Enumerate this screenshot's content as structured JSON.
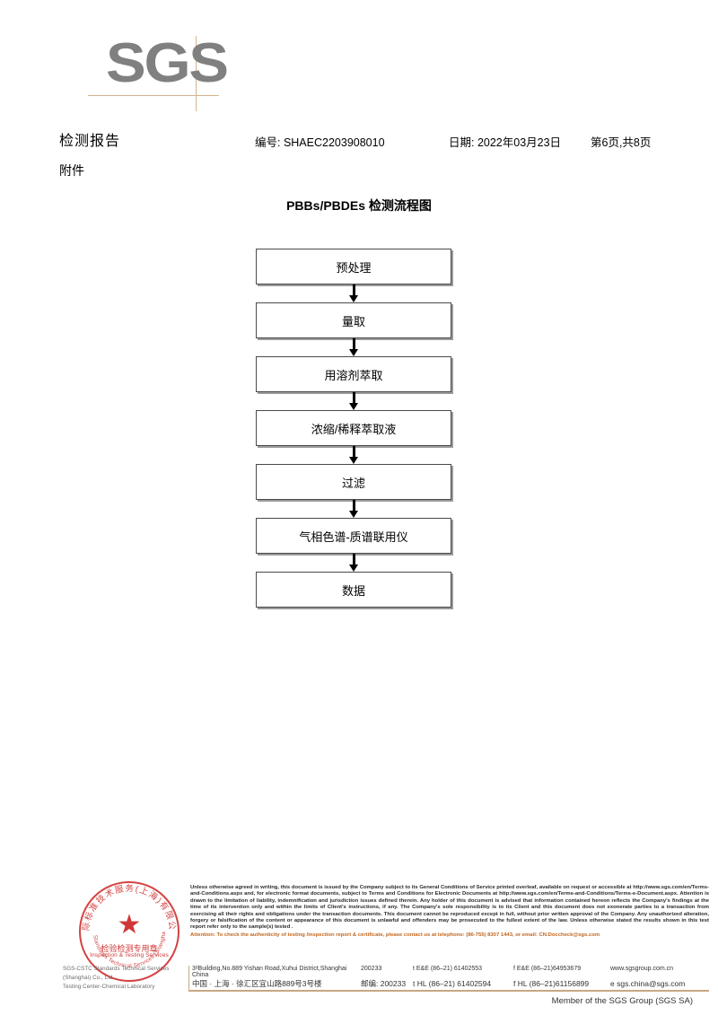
{
  "logo": {
    "text": "SGS"
  },
  "header": {
    "title": "检测报告",
    "subtitle": "附件",
    "report_no": "编号: SHAEC2203908010",
    "date": "日期: 2022年03月23日",
    "page": "第6页,共8页"
  },
  "flow": {
    "title": "PBBs/PBDEs 检测流程图",
    "nodes": [
      {
        "label": "预处理"
      },
      {
        "label": "量取"
      },
      {
        "label": "用溶剂萃取"
      },
      {
        "label": "浓缩/稀释萃取液"
      },
      {
        "label": "过滤"
      },
      {
        "label": "气相色谱-质谱联用仪"
      },
      {
        "label": "数据"
      }
    ]
  },
  "stamp": {
    "arc_cn": "国际标准技术服务(上海)有限公司",
    "arc_en": "SGS-CSTC Standards Technical Services (Shanghai) Co., Ltd.",
    "center_cn": "检验检测专用章",
    "center_en": "Inspection & Testing Services",
    "star": "★",
    "color": "#cc2222"
  },
  "footer": {
    "company_line1": "SGS-CSTC Standards Technical Services (Shanghai) Co., Ltd.",
    "company_line2": "Testing Center-Chemical Laboratory",
    "legal_paragraph": "Unless otherwise agreed in writing, this document is issued by the Company subject to its General Conditions of Service printed overleaf, available on request or accessible at http://www.sgs.com/en/Terms-and-Conditions.aspx and, for electronic format documents, subject to Terms and Conditions for Electronic Documents at http://www.sgs.com/en/Terms-and-Conditions/Terms-e-Document.aspx. Attention is drawn to the limitation of liability, indemnification and jurisdiction issues defined therein. Any holder of this document is advised that information contained hereon reflects the Company's findings at the time of its intervention only and within the limits of Client's instructions, if any. The Company's sole responsibility is to its Client and this document does not exonerate parties to a transaction from exercising all their rights and obligations under the transaction documents. This document cannot be reproduced except in full, without prior written approval of the Company. Any unauthorized alteration, forgery or falsification of the content or appearance of this document is unlawful and offenders may be prosecuted to the fullest extent of the law. Unless otherwise stated the results shown in this test report refer only to the sample(s) tested .",
    "attention_line": "Attention: To check the authenticity of testing /inspection report & certificate, please contact us at telephone: (86-755) 8307 1443, or email: CN.Doccheck@sgs.com",
    "attention_color": "#c2661e",
    "address": {
      "street_en": "3ᵈBuilding,No.889 Yishan Road,Xuhui District,Shanghai China",
      "zip_en": "200233",
      "tel1_en": "t E&E (86–21) 61402553",
      "tel2_en": "f E&E (86–21)64953679",
      "web_en": "www.sgsgroup.com.cn",
      "street_cn": "中国 · 上海 · 徐汇区宜山路889号3号楼",
      "zip_cn": "邮编: 200233",
      "tel1_cn": "t HL (86–21) 61402594",
      "tel2_cn": "f HL (86–21)61156899",
      "web_cn": "e sgs.china@sgs.com"
    },
    "member_line": "Member of the SGS Group (SGS SA)"
  }
}
